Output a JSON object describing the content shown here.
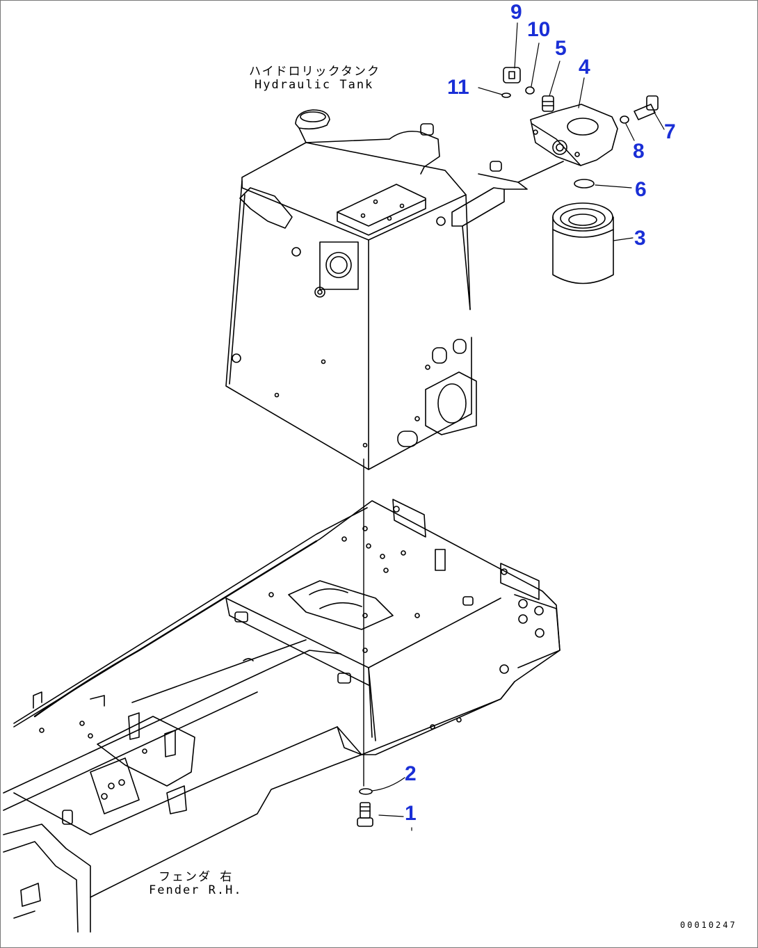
{
  "captions": {
    "hydraulic_tank_jp": "ハイドロリックタンク",
    "hydraulic_tank_en": "Hydraulic Tank",
    "fender_jp": "フェンダ 右",
    "fender_en": "Fender R.H."
  },
  "doc_number": "00010247",
  "label_color": "#1a2fd6",
  "part_labels": [
    {
      "id": "p9",
      "text": "9"
    },
    {
      "id": "p10",
      "text": "10"
    },
    {
      "id": "p5",
      "text": "5"
    },
    {
      "id": "p4",
      "text": "4"
    },
    {
      "id": "p11",
      "text": "11"
    },
    {
      "id": "p7",
      "text": "7"
    },
    {
      "id": "p8",
      "text": "8"
    },
    {
      "id": "p6",
      "text": "6"
    },
    {
      "id": "p3",
      "text": "3"
    },
    {
      "id": "p2",
      "text": "2"
    },
    {
      "id": "p1",
      "text": "1"
    }
  ]
}
